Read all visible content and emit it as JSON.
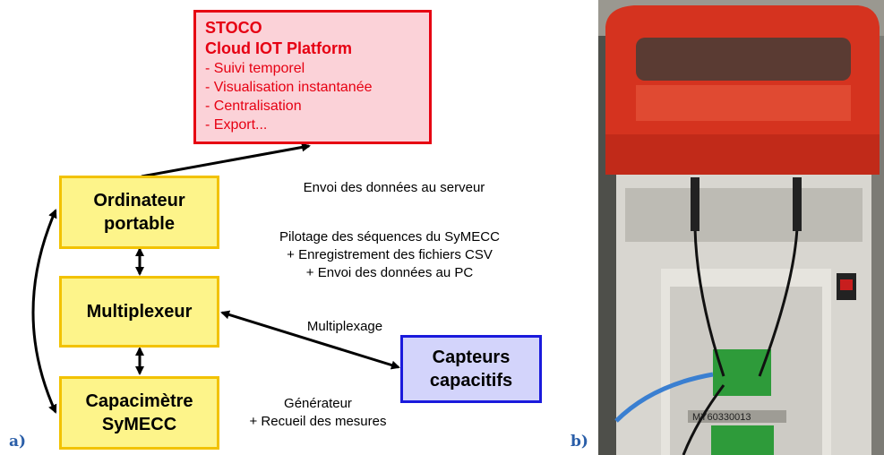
{
  "panel_a": {
    "label": "a)",
    "stoco": {
      "title_lines": [
        "STOCO",
        "Cloud IOT Platform"
      ],
      "items": [
        "- Suivi temporel",
        "- Visualisation instantanée",
        "- Centralisation",
        "- Export..."
      ]
    },
    "laptop": [
      "Ordinateur",
      "portable"
    ],
    "multiplexer": "Multiplexeur",
    "capacimeter": [
      "Capacimètre",
      "SyMECC"
    ],
    "sensors": [
      "Capteurs",
      "capacitifs"
    ],
    "notes": {
      "server": "Envoi des données au serveur",
      "piloting": [
        "Pilotage des séquences du SyMECC",
        "+ Enregistrement des fichiers CSV",
        "+ Envoi des données au PC"
      ],
      "multiplexing": "Multiplexage",
      "generator": [
        "Générateur",
        "+ Recueil des mesures"
      ]
    }
  },
  "panel_b": {
    "label": "b)",
    "device_serial": "MY60330013"
  }
}
